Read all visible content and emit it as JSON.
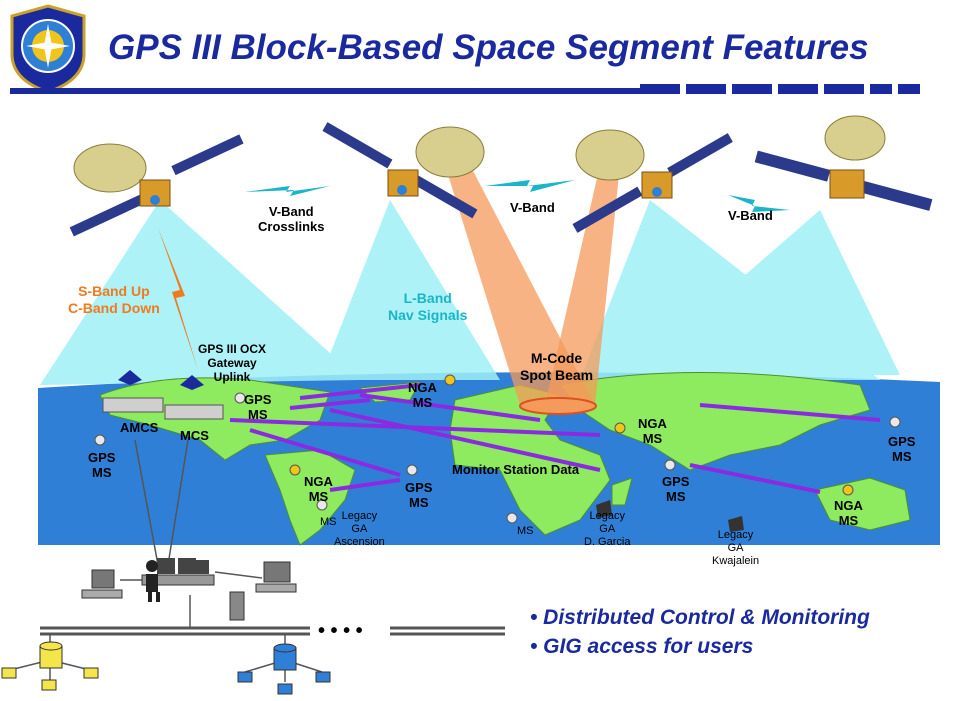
{
  "title": "GPS III Block-Based Space Segment Features",
  "colors": {
    "title": "#1a2a9e",
    "ocean": "#2f7fd6",
    "land": "#8eea5e",
    "beam": "#9ff0f6",
    "spot_beam": "#f49a5a",
    "orange_label": "#f07a1e",
    "teal_label": "#1ab5c8",
    "data_link": "#8a2be2"
  },
  "labels": {
    "vband_crosslinks": [
      "V-Band",
      "Crosslinks"
    ],
    "vband_1": "V-Band",
    "vband_2": "V-Band",
    "sband": [
      "S-Band Up",
      "C-Band Down"
    ],
    "lband": [
      "L-Band",
      "Nav Signals"
    ],
    "mcode": [
      "M-Code",
      "Spot Beam"
    ],
    "ocx": [
      "GPS III OCX",
      "Gateway",
      "Uplink"
    ],
    "amcs": "AMCS",
    "mcs": "MCS",
    "gps_ms_left": [
      "GPS",
      "MS"
    ],
    "gps_ms_na": [
      "GPS",
      "MS"
    ],
    "nga_ms_atl": [
      "NGA",
      "MS"
    ],
    "nga_ms_sa": [
      "NGA",
      "MS"
    ],
    "ms_sa": "MS",
    "legacy_ascension": [
      "Legacy",
      "GA",
      "Ascension"
    ],
    "gps_ms_africa": [
      "GPS",
      "MS"
    ],
    "monitor_station_data": "Monitor Station Data",
    "ms_africa": "MS",
    "legacy_garcia": [
      "Legacy",
      "GA",
      "D. Garcia"
    ],
    "nga_ms_asia": [
      "NGA",
      "MS"
    ],
    "gps_ms_asia": [
      "GPS",
      "MS"
    ],
    "legacy_kwajalein": [
      "Legacy",
      "GA",
      "Kwajalein"
    ],
    "nga_ms_aus": [
      "NGA",
      "MS"
    ],
    "gps_ms_right": [
      "GPS",
      "MS"
    ]
  },
  "bullets": [
    "• Distributed Control & Monitoring",
    "• GIG access for users"
  ],
  "ellipsis": "• • • •"
}
